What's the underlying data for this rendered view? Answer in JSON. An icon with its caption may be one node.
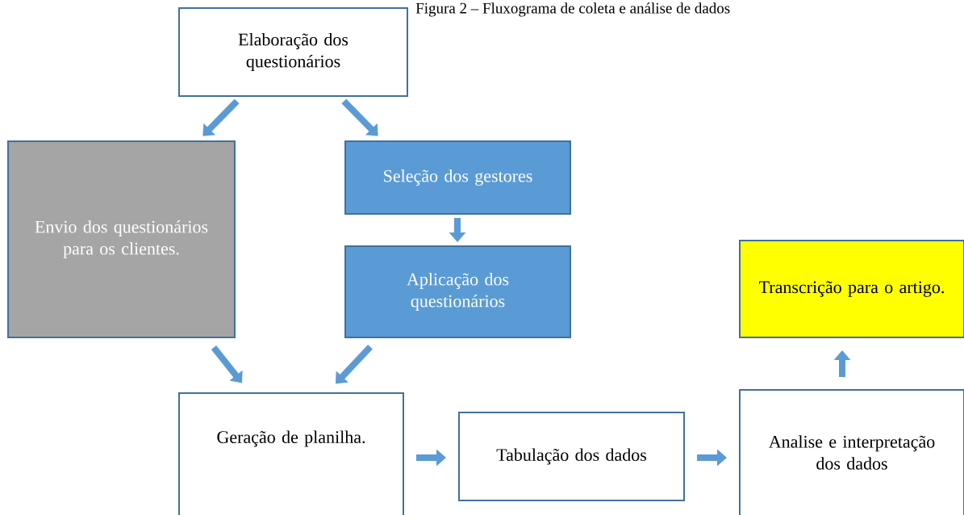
{
  "diagram": {
    "title": "Figura 2 – Fluxograma de coleta e análise de dados",
    "nodes": [
      {
        "text": [
          "Elaboração dos questionários"
        ]
      },
      {
        "text": [
          "Envio dos questionários para os clientes."
        ]
      },
      {
        "text": [
          "Seleção dos gestores"
        ]
      },
      {
        "text": [
          "Aplicação dos questionários"
        ]
      },
      {
        "text": [
          "Transcrição para o artigo."
        ]
      },
      {
        "text": [
          "Geração de planilha."
        ]
      },
      {
        "text": [
          "Tabulação dos dados"
        ]
      },
      {
        "text": [
          "Analise e interpretação dos dados"
        ]
      }
    ],
    "edges": [
      {
        "from": 0,
        "to": 1,
        "arrow": "to"
      },
      {
        "from": 0,
        "to": 2,
        "arrow": "to"
      },
      {
        "from": 2,
        "to": 3,
        "arrow": "to"
      },
      {
        "from": 1,
        "to": 5,
        "arrow": "to"
      },
      {
        "from": 3,
        "to": 5,
        "arrow": "to"
      },
      {
        "from": 5,
        "to": 6,
        "arrow": "to"
      },
      {
        "from": 6,
        "to": 7,
        "arrow": "to"
      },
      {
        "from": 7,
        "to": 4,
        "arrow": "to"
      }
    ]
  }
}
